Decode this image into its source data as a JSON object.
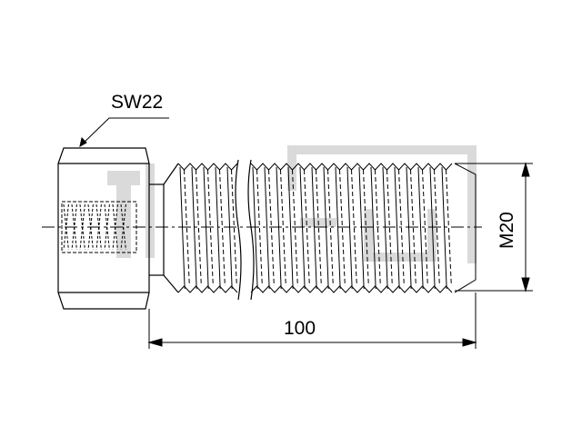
{
  "drawing": {
    "wrench_size_label": "SW22",
    "overall_length_label": "100",
    "thread_size_label": "M20",
    "watermark": "TechNik",
    "colors": {
      "line": "#000000",
      "watermark": "#d9d9d9",
      "background": "#ffffff"
    }
  }
}
